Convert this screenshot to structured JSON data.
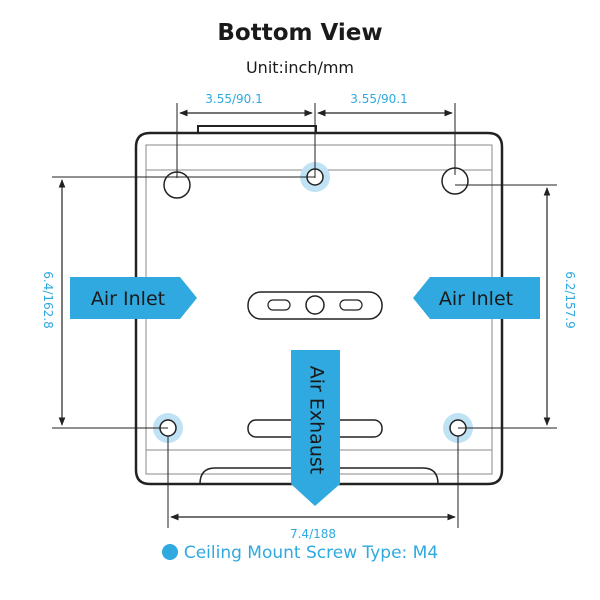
{
  "header": {
    "title": "Bottom View",
    "subtitle": "Unit:inch/mm"
  },
  "dimensions": {
    "top_left": "3.55/90.1",
    "top_right": "3.55/90.1",
    "left_vertical": "6.4/162.8",
    "right_vertical": "6.2/157.9",
    "bottom": "7.4/188"
  },
  "labels": {
    "air_inlet_left": "Air Inlet",
    "air_inlet_right": "Air Inlet",
    "air_exhaust": "Air Exhaust"
  },
  "legend": {
    "text": "Ceiling Mount Screw Type: M4"
  },
  "colors": {
    "accent": "#2fa9df",
    "accent_light": "#bfe3f5",
    "outline": "#222222"
  }
}
